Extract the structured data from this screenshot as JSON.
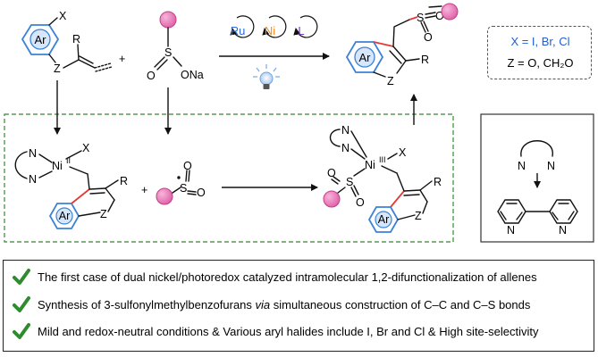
{
  "scheme": {
    "halide_x": "X",
    "r_group": "R",
    "z_atom": "Z",
    "ar_label": "Ar",
    "plus": "+",
    "sulfinate_s": "S",
    "sulfinate_o": "O",
    "sulfinate_ona": "ONa",
    "catalyst_ru": "Ru",
    "catalyst_ni": "Ni",
    "catalyst_l": "L",
    "ni_metal": "Ni",
    "ni_ox_ii": "II",
    "ni_ox_iii": "III",
    "ligand_n": "N",
    "colors": {
      "ar_ring": "#3b82d6",
      "sulfonyl_sphere": "#e879b9",
      "new_bond": "#e53935",
      "ru": "#2b6cd8",
      "ni": "#f08c1e",
      "l": "#7b3fc6",
      "cycle_box": "#2e8b2e",
      "checkmark": "#2e8b2e"
    }
  },
  "legend": {
    "x_def": "X = I, Br, Cl",
    "z_def": "Z = O, CH₂O"
  },
  "bullets": [
    {
      "text": "The first case of dual nickel/photoredox catalyzed intramolecular 1,2-difunctionalization of allenes"
    },
    {
      "pre": "Synthesis of 3-sulfonylmethylbenzofurans ",
      "italic": "via",
      "post": " simultaneous construction of C–C and C–S bonds"
    },
    {
      "text": "Mild and redox-neutral conditions & Various aryl halides include I, Br and Cl & High site-selectivity"
    }
  ]
}
